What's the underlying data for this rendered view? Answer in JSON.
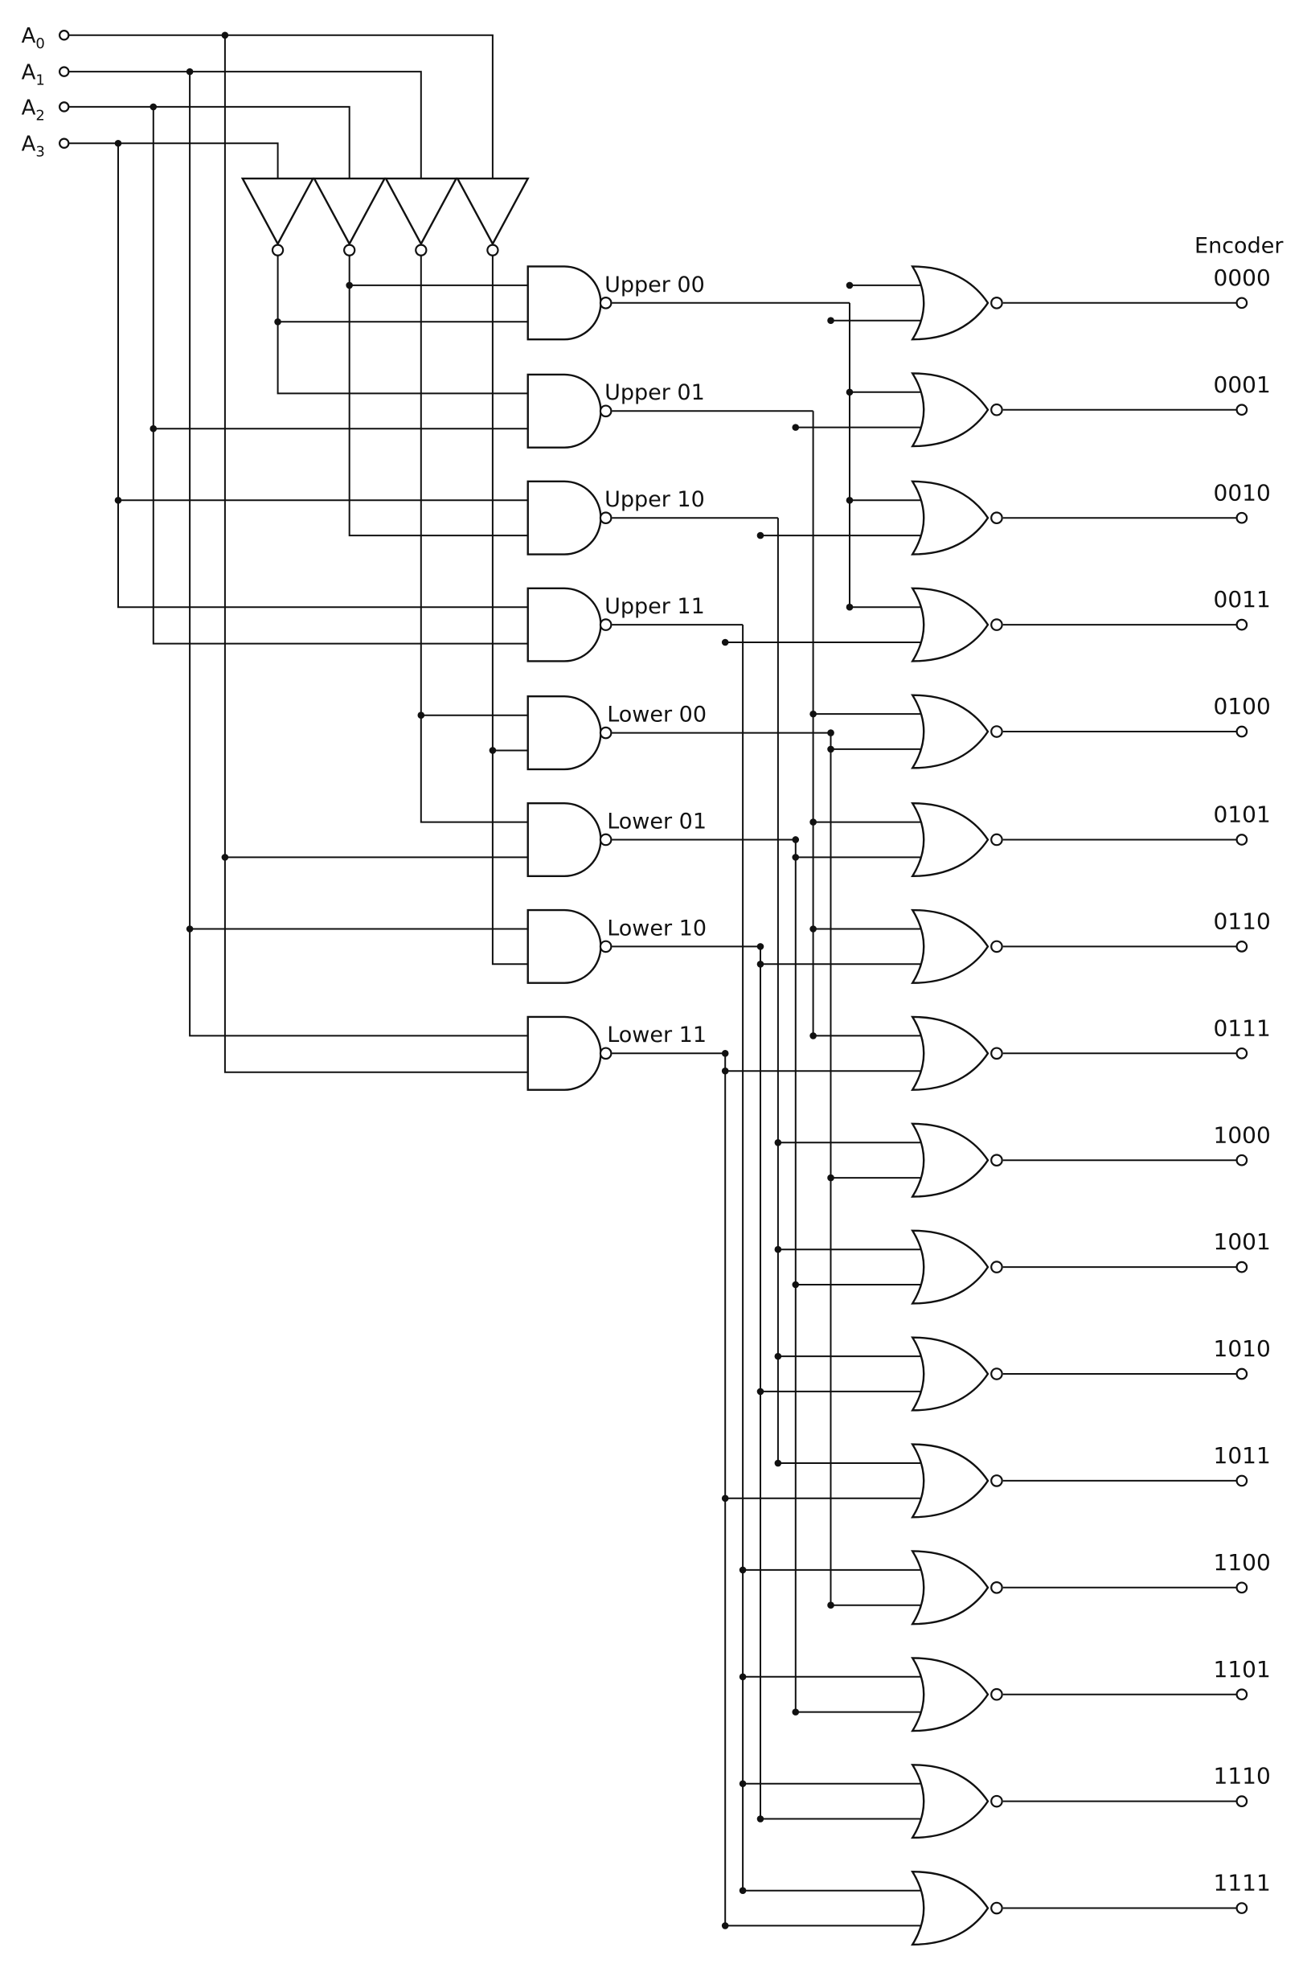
{
  "diagram": {
    "inputs": [
      {
        "id": "A0",
        "letter": "A",
        "sub": "0"
      },
      {
        "id": "A1",
        "letter": "A",
        "sub": "1"
      },
      {
        "id": "A2",
        "letter": "A",
        "sub": "2"
      },
      {
        "id": "A3",
        "letter": "A",
        "sub": "3"
      }
    ],
    "inverter_count": 4,
    "nand_labels": [
      "Upper 00",
      "Upper 01",
      "Upper 10",
      "Upper 11",
      "Lower 00",
      "Lower 01",
      "Lower 10",
      "Lower 11"
    ],
    "output_header": "Encoder",
    "outputs": [
      "0000",
      "0001",
      "0010",
      "0011",
      "0100",
      "0101",
      "0110",
      "0111",
      "1000",
      "1001",
      "1010",
      "1011",
      "1100",
      "1101",
      "1110",
      "1111"
    ],
    "colors": {
      "line": "#111111",
      "background": "#ffffff"
    }
  }
}
